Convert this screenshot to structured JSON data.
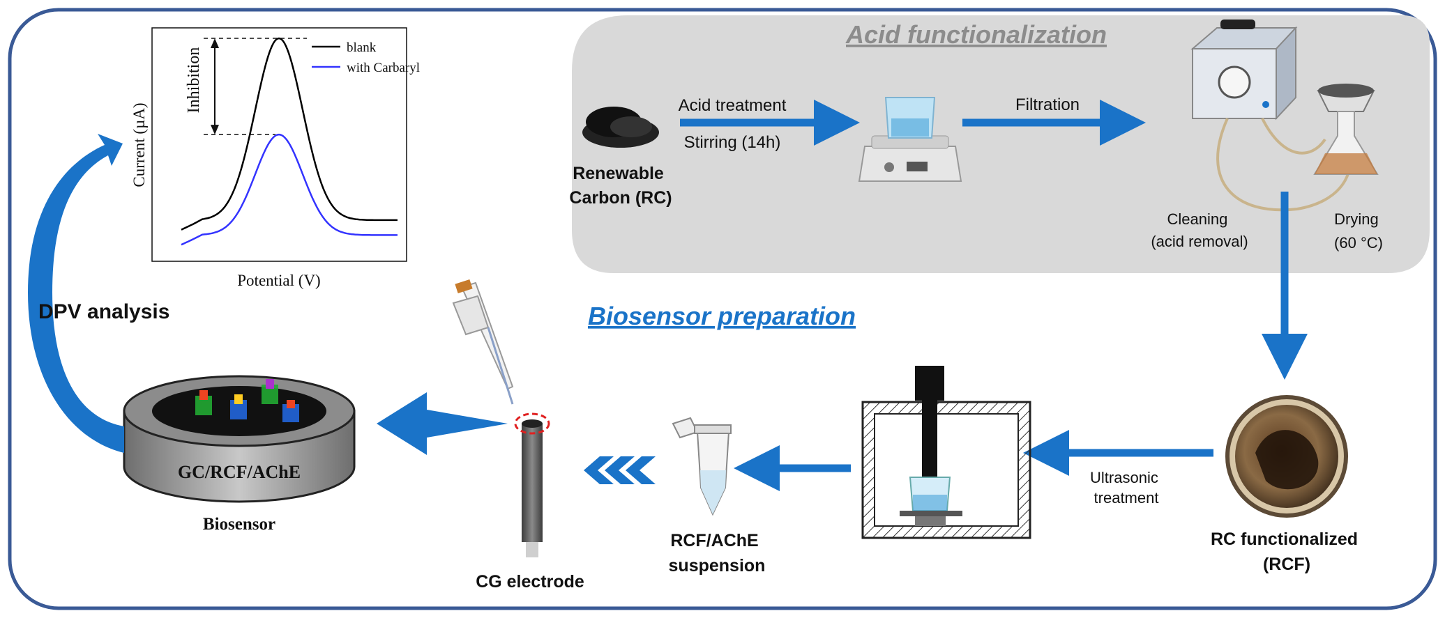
{
  "acid_section": {
    "title": "Acid functionalization",
    "raw_material": [
      "Renewable",
      "Carbon (RC)"
    ],
    "step1_label_top": "Acid treatment",
    "step1_label_bottom": "Stirring (14h)",
    "step2_label": "Filtration",
    "cleaning_label": [
      "Cleaning",
      "(acid removal)"
    ],
    "drying_label": [
      "Drying",
      "(60 °C)"
    ]
  },
  "biosensor_section": {
    "title": "Biosensor preparation",
    "rcf_label": [
      "RC functionalized",
      "(RCF)"
    ],
    "ultrasonic_label": [
      "Ultrasonic",
      "treatment"
    ],
    "suspension_label": [
      "RCF/AChE",
      "suspension"
    ],
    "electrode_label": "CG electrode",
    "disk_label": "GC/RCF/AChE",
    "biosensor_label": "Biosensor",
    "dpv_label": "DPV analysis"
  },
  "chart_data": {
    "type": "line",
    "xlabel": "Potential (V)",
    "ylabel": "Current (µA)",
    "annotation": "Inhibition",
    "legend_position": "top-right",
    "series": [
      {
        "name": "blank",
        "color": "#000000",
        "baseline": 0.15,
        "peak": 1.0
      },
      {
        "name": "with Carbaryl",
        "color": "#3333ff",
        "baseline": 0.08,
        "peak": 0.55
      }
    ]
  },
  "colors": {
    "accent_blue": "#1a73c8",
    "frame_blue": "#3a5a96",
    "gray_panel": "#d9d9d9",
    "title_gray": "#8c8c8c"
  }
}
